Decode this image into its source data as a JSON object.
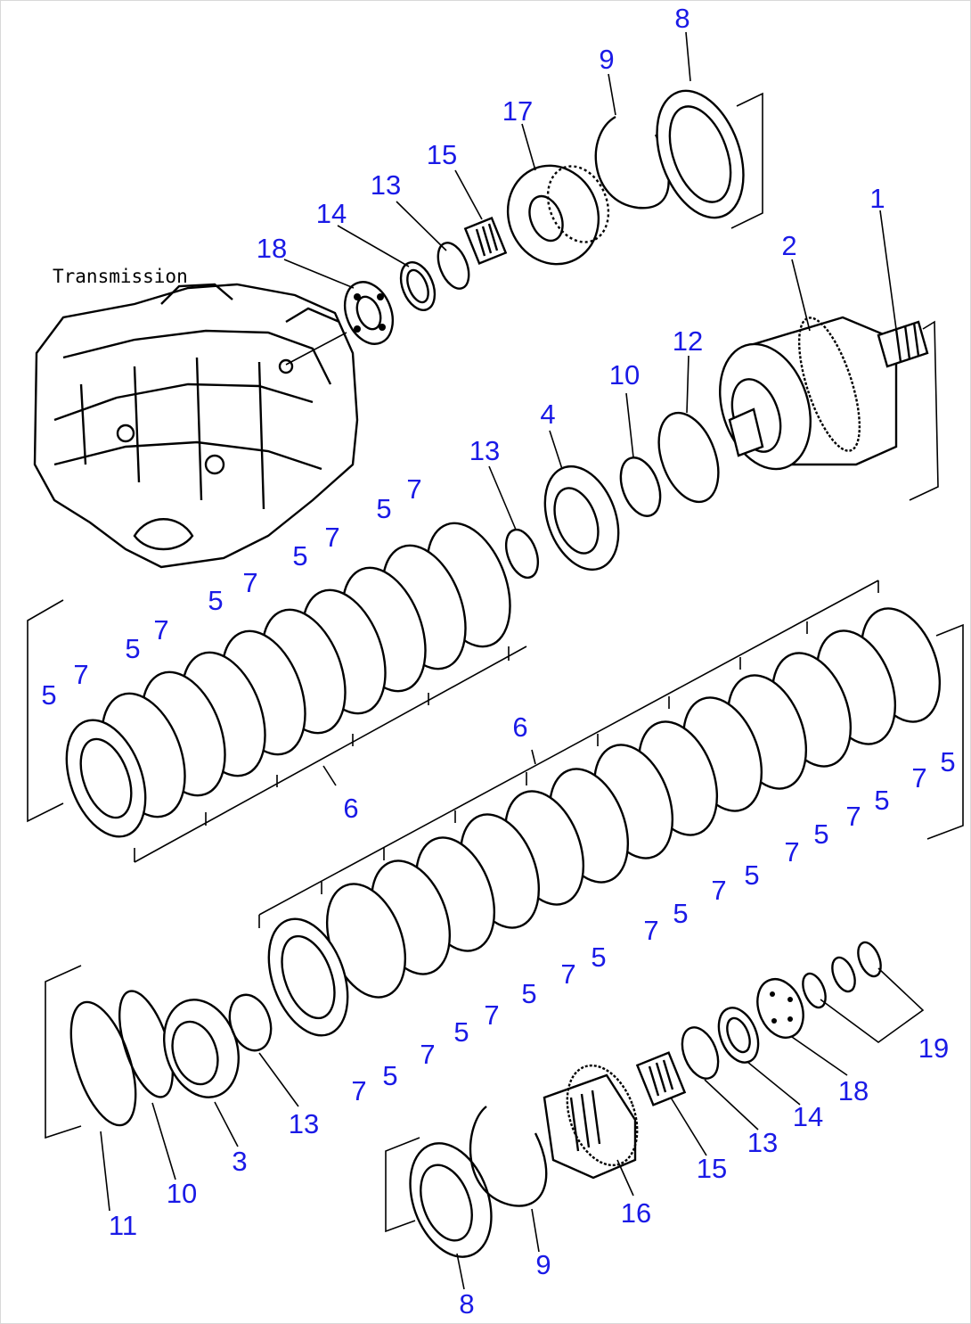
{
  "diagram": {
    "caption": "Transmission",
    "colors": {
      "callout": "#1a1ae6",
      "ink": "#000000",
      "background": "#ffffff"
    },
    "callouts": [
      "1",
      "2",
      "3",
      "4",
      "5",
      "6",
      "7",
      "8",
      "9",
      "10",
      "11",
      "12",
      "13",
      "14",
      "15",
      "16",
      "17",
      "18",
      "19"
    ]
  }
}
